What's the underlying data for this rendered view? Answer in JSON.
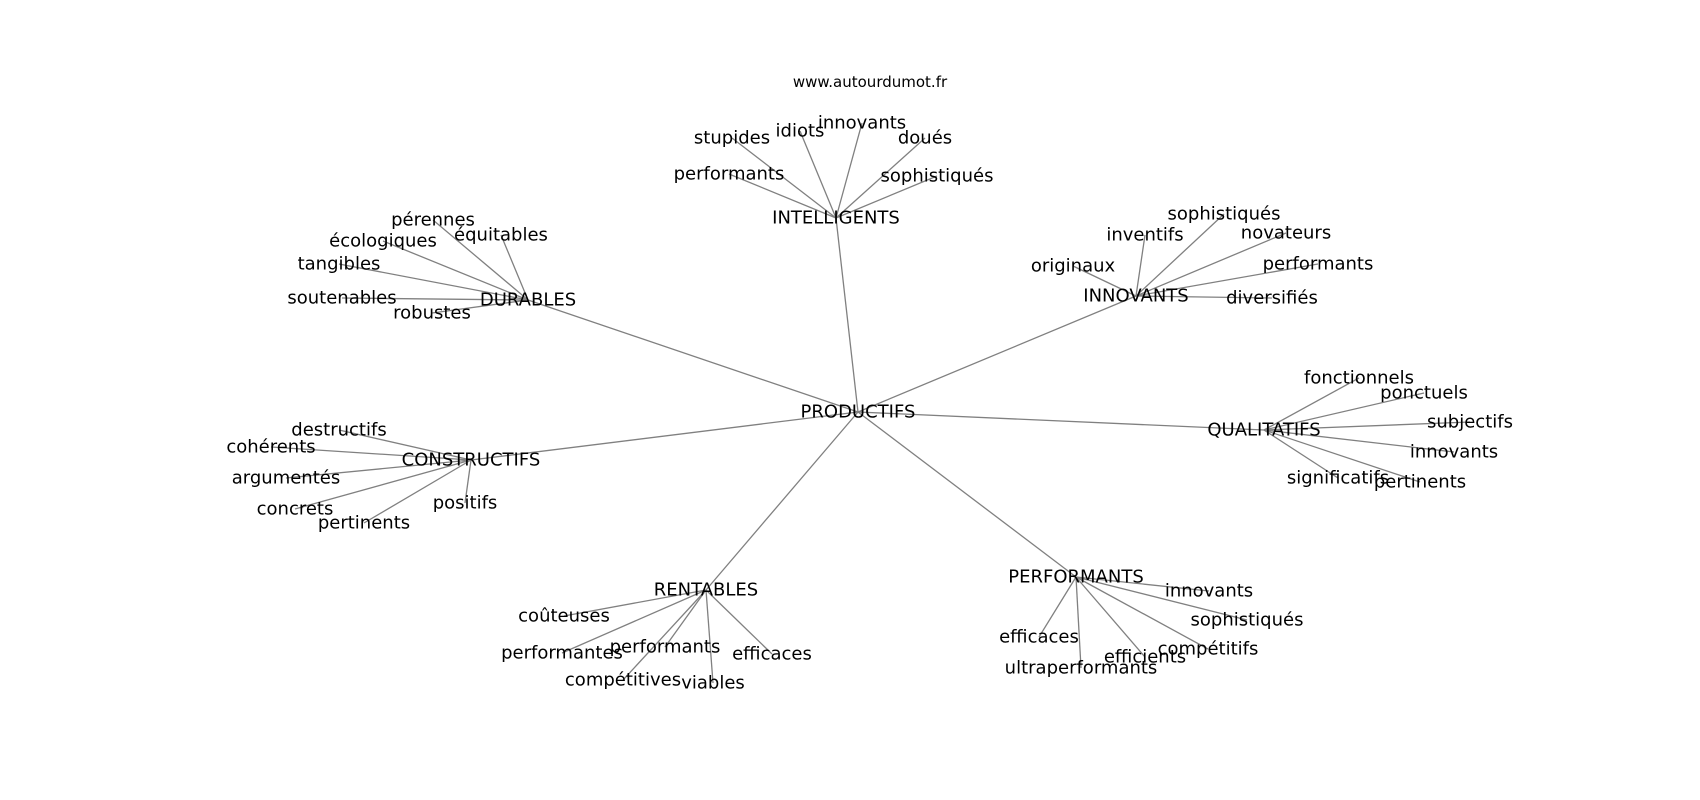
{
  "source": "www.autourdumot.fr",
  "colors": {
    "edge": "#808080",
    "text": "#000000",
    "background": "#ffffff"
  },
  "graph": {
    "root": "PRODUCTIFS",
    "hubs": [
      {
        "label": "INTELLIGENTS",
        "leaves": [
          "stupides",
          "idiots",
          "innovants",
          "doués",
          "performants",
          "sophistiqués"
        ]
      },
      {
        "label": "DURABLES",
        "leaves": [
          "pérennes",
          "écologiques",
          "équitables",
          "tangibles",
          "soutenables",
          "robustes"
        ]
      },
      {
        "label": "INNOVANTS",
        "leaves": [
          "sophistiqués",
          "inventifs",
          "novateurs",
          "originaux",
          "performants",
          "diversifiés"
        ]
      },
      {
        "label": "QUALITATIFS",
        "leaves": [
          "fonctionnels",
          "ponctuels",
          "subjectifs",
          "innovants",
          "significatifs",
          "pertinents"
        ]
      },
      {
        "label": "CONSTRUCTIFS",
        "leaves": [
          "destructifs",
          "cohérents",
          "argumentés",
          "concrets",
          "pertinents",
          "positifs"
        ]
      },
      {
        "label": "RENTABLES",
        "leaves": [
          "coûteuses",
          "performantes",
          "performants",
          "efficaces",
          "compétitives",
          "viables"
        ]
      },
      {
        "label": "PERFORMANTS",
        "leaves": [
          "innovants",
          "sophistiqués",
          "efficaces",
          "compétitifs",
          "efficients",
          "ultraperformants"
        ]
      }
    ]
  }
}
